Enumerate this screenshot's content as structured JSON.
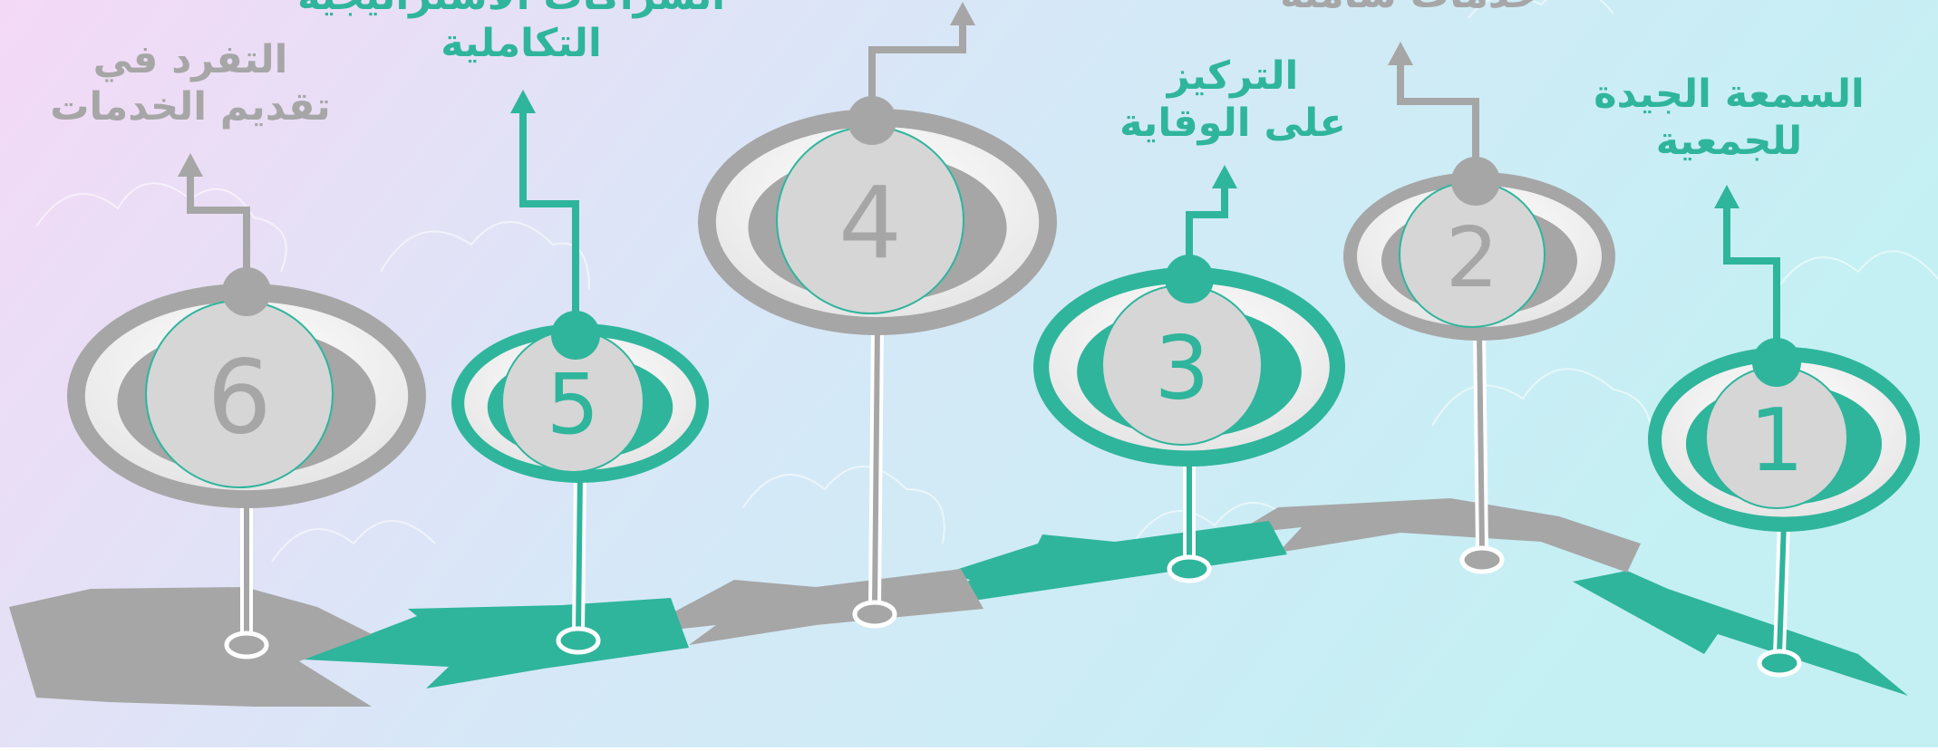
{
  "colors": {
    "accent": "#2fb59c",
    "gray": "#a6a6a6",
    "disc": "#d6d6d6",
    "bg_left": "#f5dcf7",
    "bg_right": "#c9eef6"
  },
  "steps": [
    {
      "number": "1",
      "color": "accent",
      "lines": [
        "السمعة الجيدة",
        "للجمعية"
      ]
    },
    {
      "number": "2",
      "color": "gray",
      "lines": [
        "خدمات شاملة"
      ]
    },
    {
      "number": "3",
      "color": "accent",
      "lines": [
        "التركيز",
        "على الوقاية"
      ]
    },
    {
      "number": "4",
      "color": "gray",
      "lines": []
    },
    {
      "number": "5",
      "color": "accent",
      "lines": [
        "الشراكات الاستراتيجية",
        "التكاملية"
      ]
    },
    {
      "number": "6",
      "color": "gray",
      "lines": [
        "التفرد في",
        "تقديم الخدمات"
      ]
    }
  ]
}
